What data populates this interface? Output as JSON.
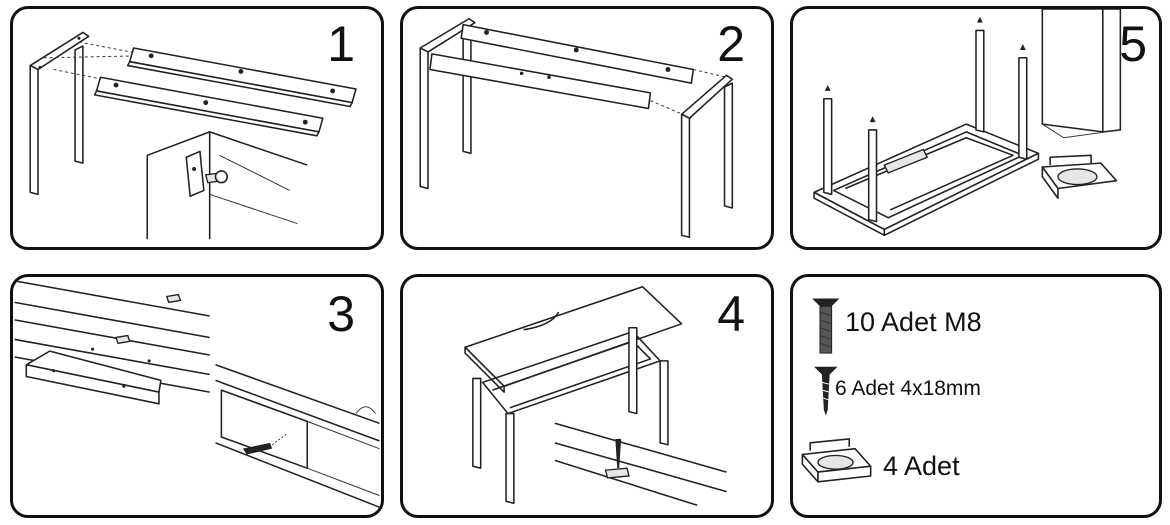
{
  "steps": [
    {
      "id": "1",
      "label": "1"
    },
    {
      "id": "2",
      "label": "2"
    },
    {
      "id": "5",
      "label": "5"
    },
    {
      "id": "3",
      "label": "3"
    },
    {
      "id": "4",
      "label": "4"
    }
  ],
  "parts": {
    "bolt_m8": "10 Adet M8",
    "screw_4x18": "6 Adet 4x18mm",
    "foot_cap": "4 Adet"
  }
}
